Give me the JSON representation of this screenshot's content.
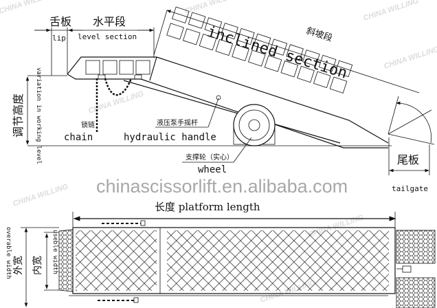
{
  "side_view": {
    "lip_cn": "舌板",
    "lip_en": "lip",
    "level_cn": "水平段",
    "level_en": "level section",
    "inclined_cn": "斜坡段",
    "inclined_en": "inclined section",
    "height_cn": "调节高度",
    "height_en": "variation in working level",
    "chain_cn": "锁链",
    "chain_en": "chain",
    "handle_cn": "液压泵手摇杆",
    "handle_en": "hydraulic handle",
    "wheel_cn": "支撑轮（实心）",
    "wheel_en": "wheel",
    "tailgate_cn": "尾板",
    "tailgate_en": "tailgate"
  },
  "top_view": {
    "length_label": "长度 platform length",
    "outer_width_cn": "外宽",
    "outer_width_en": "overable width",
    "inner_width_cn": "内宽",
    "inner_width_en": "useble width"
  },
  "watermark": {
    "site": "chinascissorlift.en.alibaba.com",
    "brand": "CHINA WILLING"
  }
}
